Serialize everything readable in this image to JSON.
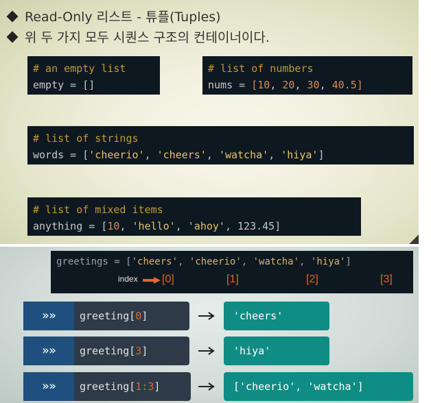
{
  "slide_top": {
    "bullets": [
      "Read-Only 리스트 - 튜플(Tuples)",
      "위 두 가지 모두 시퀀스 구조의 컨테이너이다."
    ],
    "boxes": {
      "empty": {
        "comment": "# an empty list",
        "var": "empty",
        "op": " = ",
        "value": "[]"
      },
      "nums": {
        "comment": "# list of numbers",
        "var": "nums",
        "op": " = ",
        "open": "[",
        "values": [
          "10",
          "20",
          "30",
          "40.5"
        ],
        "sep": ", ",
        "close": "]"
      },
      "words": {
        "comment": "# list of strings",
        "var": "words",
        "op": " = ",
        "open": "[",
        "values": [
          "'cheerio'",
          "'cheers'",
          "'watcha'",
          "'hiya'"
        ],
        "sep": ", ",
        "close": "]"
      },
      "mixed": {
        "comment": "# list of mixed items",
        "var": "anything",
        "op": " = ",
        "open": "[",
        "v1": "10",
        "v2": "'hello'",
        "v3": "'ahoy'",
        "v4": "123.45",
        "sep": ", ",
        "close": "]"
      }
    }
  },
  "slide_bottom": {
    "greetings": {
      "var": "greetings",
      "op": " = ",
      "open": "[",
      "values": [
        "'cheers'",
        "'cheerio'",
        "'watcha'",
        "'hiya'"
      ],
      "sep": ", ",
      "close": "]"
    },
    "index_label": "index",
    "indices": [
      "[0]",
      "[1]",
      "[2]",
      "[3]"
    ],
    "prompt": "»»",
    "rows": [
      {
        "expr_name": "greeting",
        "expr_open": "[",
        "expr_idx": "0",
        "expr_close": "]",
        "result": "'cheers'"
      },
      {
        "expr_name": "greeting",
        "expr_open": "[",
        "expr_idx": "3",
        "expr_close": "]",
        "result": "'hiya'"
      },
      {
        "expr_name": "greeting",
        "expr_open": "[",
        "expr_idx": "1:3",
        "expr_close": "]",
        "result": "['cheerio', 'watcha']"
      }
    ]
  },
  "colors": {
    "code_bg": "#0e1820",
    "comment": "#c49a2e",
    "number": "#d98a56",
    "string": "#e8c36b",
    "index_orange": "#e2662d",
    "prompt_blue": "#1f4f7c",
    "expr_slate": "#2e3a48",
    "result_teal": "#0f8c84"
  },
  "icons": {
    "bullet": "diamond-bullet-icon",
    "index_arrow": "right-arrow-icon",
    "result_arrow": "right-arrow-icon"
  }
}
